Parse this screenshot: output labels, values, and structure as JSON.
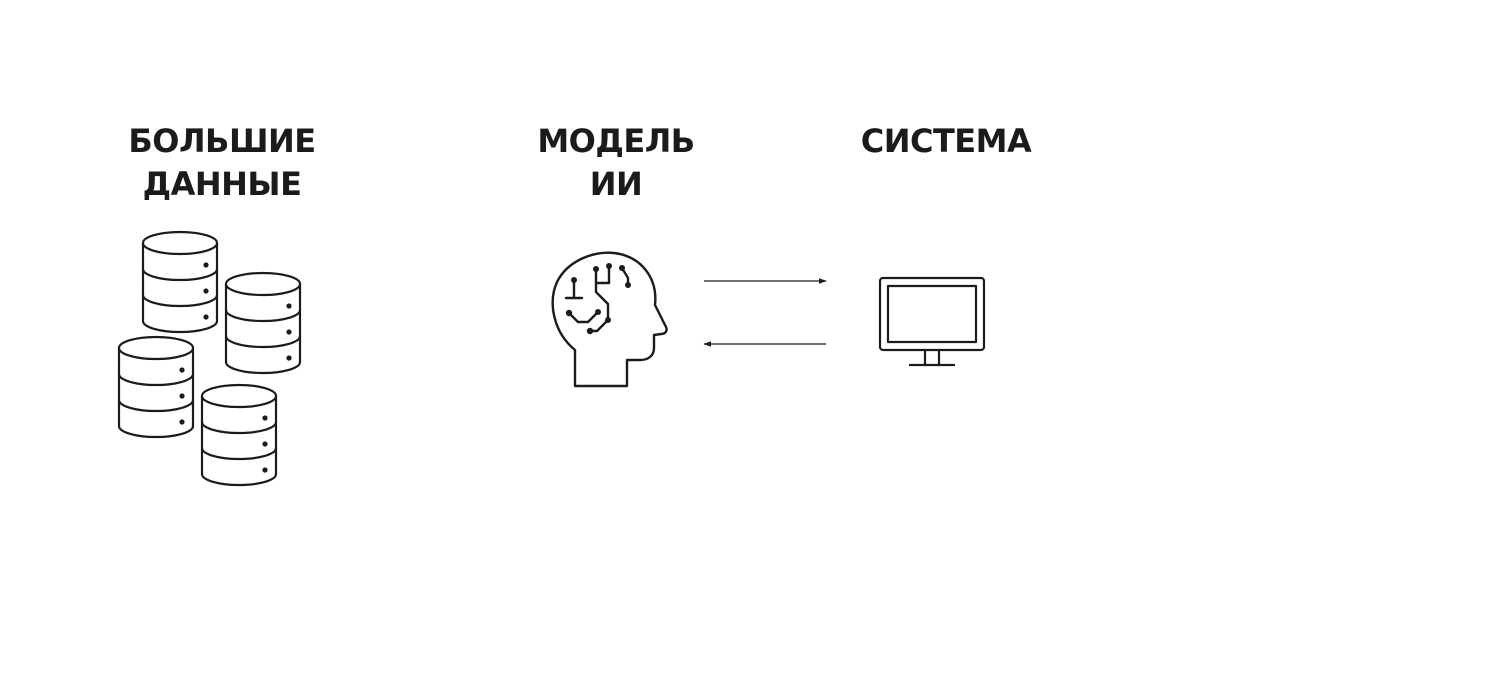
{
  "nodes": {
    "big_data": {
      "line1": "БОЛЬШИЕ",
      "line2": "ДАННЫЕ",
      "icon": "database-stack-icon"
    },
    "ai_model": {
      "line1": "МОДЕЛЬ",
      "line2": "ИИ",
      "icon": "brain-head-icon"
    },
    "system": {
      "line1": "СИСТЕМА",
      "icon": "monitor-icon"
    }
  },
  "edges": [
    {
      "from": "ai_model",
      "to": "system",
      "direction": "right"
    },
    {
      "from": "system",
      "to": "ai_model",
      "direction": "left"
    }
  ],
  "colors": {
    "ink": "#1b1b1b",
    "background": "#ffffff"
  }
}
